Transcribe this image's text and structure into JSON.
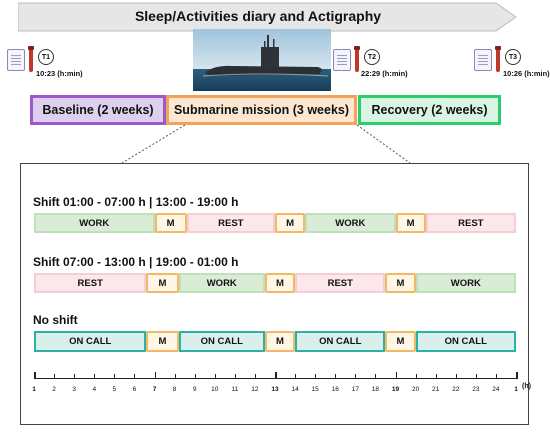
{
  "title": "Sleep/Activities diary and Actigraphy",
  "timepoints": [
    {
      "id": "T1",
      "time": "10:23 (h:min)"
    },
    {
      "id": "T2",
      "time": "22:29 (h:min)"
    },
    {
      "id": "T3",
      "time": "10:26 (h:min)"
    }
  ],
  "phases": [
    {
      "label": "Baseline (2 weeks)",
      "color": "#9b59c9",
      "fill": "#ddd0ee"
    },
    {
      "label": "Submarine mission (3 weeks)",
      "color": "#f0a35a",
      "fill": "#fde7d1"
    },
    {
      "label": "Recovery (2 weeks)",
      "color": "#2ecc71",
      "fill": "#d8f5e3"
    }
  ],
  "schedules": [
    {
      "title": "Shift  01:00 - 07:00 h | 13:00 - 19:00 h",
      "segments": [
        {
          "label": "WORK",
          "type": "work",
          "start": 1,
          "end": 7
        },
        {
          "label": "M",
          "type": "meal",
          "start": 7,
          "end": 8.6
        },
        {
          "label": "REST",
          "type": "rest",
          "start": 8.6,
          "end": 13
        },
        {
          "label": "M",
          "type": "meal",
          "start": 13,
          "end": 14.5
        },
        {
          "label": "WORK",
          "type": "work",
          "start": 14.5,
          "end": 19
        },
        {
          "label": "M",
          "type": "meal",
          "start": 19,
          "end": 20.5
        },
        {
          "label": "REST",
          "type": "rest",
          "start": 20.5,
          "end": 25
        }
      ]
    },
    {
      "title": "Shift  07:00 - 13:00 h | 19:00 - 01:00 h",
      "segments": [
        {
          "label": "REST",
          "type": "rest",
          "start": 1,
          "end": 6.6
        },
        {
          "label": "M",
          "type": "meal",
          "start": 6.6,
          "end": 8.2
        },
        {
          "label": "WORK",
          "type": "work",
          "start": 8.2,
          "end": 12.5
        },
        {
          "label": "M",
          "type": "meal",
          "start": 12.5,
          "end": 14
        },
        {
          "label": "REST",
          "type": "rest",
          "start": 14,
          "end": 18.5
        },
        {
          "label": "M",
          "type": "meal",
          "start": 18.5,
          "end": 20
        },
        {
          "label": "WORK",
          "type": "work",
          "start": 20,
          "end": 25
        }
      ]
    },
    {
      "title": "No shift",
      "segments": [
        {
          "label": "ON CALL",
          "type": "call",
          "start": 1,
          "end": 6.6
        },
        {
          "label": "M",
          "type": "meal",
          "start": 6.6,
          "end": 8.2
        },
        {
          "label": "ON CALL",
          "type": "call",
          "start": 8.2,
          "end": 12.5
        },
        {
          "label": "M",
          "type": "meal",
          "start": 12.5,
          "end": 14
        },
        {
          "label": "ON CALL",
          "type": "call",
          "start": 14,
          "end": 18.5
        },
        {
          "label": "M",
          "type": "meal",
          "start": 18.5,
          "end": 20
        },
        {
          "label": "ON CALL",
          "type": "call",
          "start": 20,
          "end": 25
        }
      ]
    }
  ],
  "axis": {
    "ticks": [
      "1",
      "2",
      "3",
      "4",
      "5",
      "6",
      "7",
      "8",
      "9",
      "10",
      "11",
      "12",
      "13",
      "14",
      "15",
      "16",
      "17",
      "18",
      "19",
      "20",
      "21",
      "22",
      "23",
      "24",
      "1"
    ],
    "bold_ticks": [
      "1",
      "7",
      "13",
      "19"
    ],
    "unit": "(h)"
  }
}
